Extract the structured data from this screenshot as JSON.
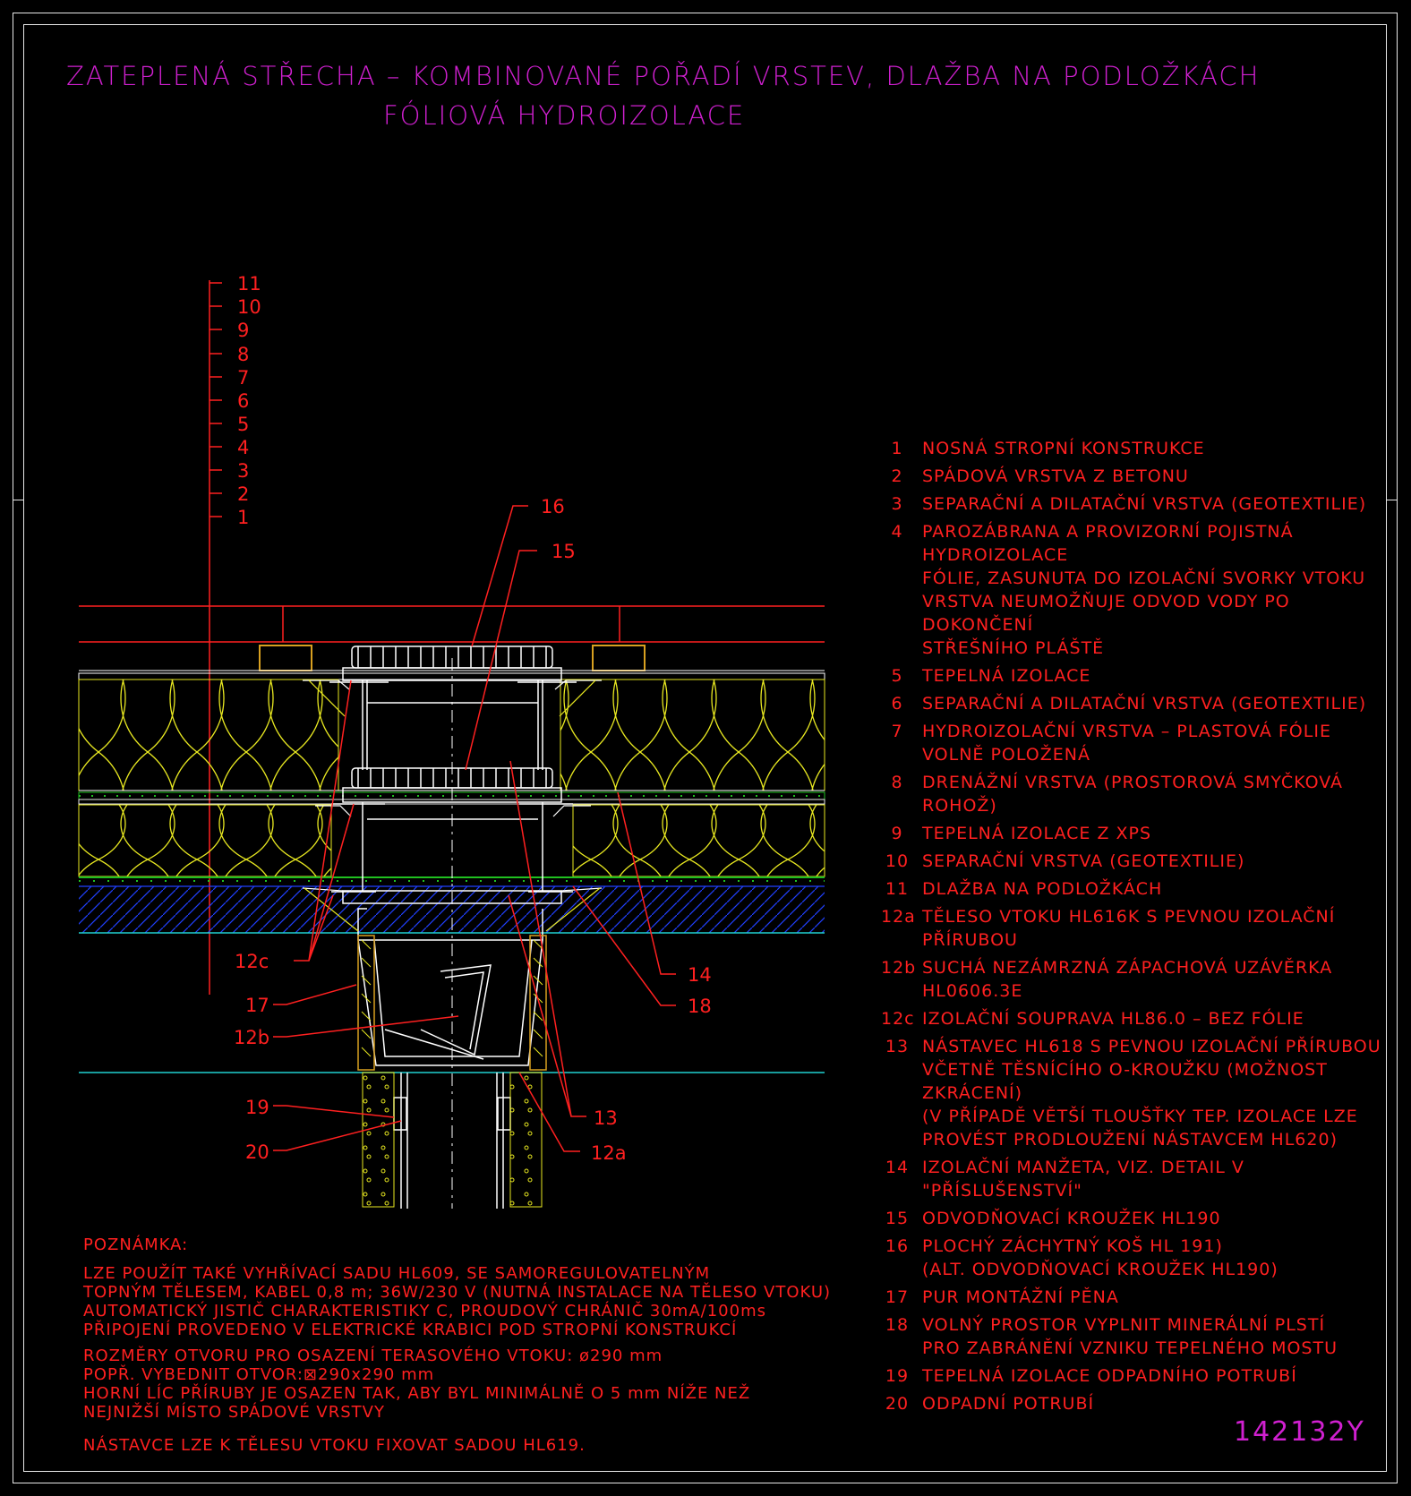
{
  "title": {
    "line1": "ZATEPLENÁ STŘECHA – KOMBINOVANÉ POŘADÍ VRSTEV, DLAŽBA NA PODLOŽKÁCH",
    "line2": "FÓLIOVÁ HYDROIZOLACE"
  },
  "layer_scale": [
    "11",
    "10",
    "9",
    "8",
    "7",
    "6",
    "5",
    "4",
    "3",
    "2",
    "1"
  ],
  "callouts": {
    "c16": "16",
    "c15": "15",
    "c12c": "12c",
    "c17": "17",
    "c12b": "12b",
    "c14": "14",
    "c18": "18",
    "c19": "19",
    "c20": "20",
    "c13": "13",
    "c12a": "12a"
  },
  "legend": [
    {
      "num": "1",
      "text": "NOSNÁ STROPNÍ KONSTRUKCE"
    },
    {
      "num": "2",
      "text": "SPÁDOVÁ VRSTVA Z BETONU"
    },
    {
      "num": "3",
      "text": "SEPARAČNÍ A DILATAČNÍ VRSTVA (GEOTEXTILIE)"
    },
    {
      "num": "4",
      "text": "PAROZÁBRANA A PROVIZORNÍ POJISTNÁ HYDROIZOLACE\nFÓLIE, ZASUNUTA DO IZOLAČNÍ SVORKY VTOKU\nVRSTVA NEUMOŽŇUJE ODVOD VODY PO DOKONČENÍ\nSTŘEŠNÍHO PLÁŠTĚ"
    },
    {
      "num": "5",
      "text": "TEPELNÁ IZOLACE"
    },
    {
      "num": "6",
      "text": "SEPARAČNÍ A DILATAČNÍ VRSTVA (GEOTEXTILIE)"
    },
    {
      "num": "7",
      "text": "HYDROIZOLAČNÍ VRSTVA – PLASTOVÁ FÓLIE\nVOLNĚ POLOŽENÁ"
    },
    {
      "num": "8",
      "text": "DRENÁŽNÍ VRSTVA (PROSTOROVÁ SMYČKOVÁ ROHOŽ)"
    },
    {
      "num": "9",
      "text": "TEPELNÁ IZOLACE Z XPS"
    },
    {
      "num": "10",
      "text": "SEPARAČNÍ VRSTVA (GEOTEXTILIE)"
    },
    {
      "num": "11",
      "text": "DLAŽBA NA PODLOŽKÁCH"
    },
    {
      "num": "12a",
      "text": "TĚLESO VTOKU HL616K S PEVNOU IZOLAČNÍ PŘÍRUBOU"
    },
    {
      "num": "12b",
      "text": "SUCHÁ NEZÁMRZNÁ ZÁPACHOVÁ UZÁVĚRKA HL0606.3E"
    },
    {
      "num": "12c",
      "text": "IZOLAČNÍ SOUPRAVA HL86.0 – BEZ FÓLIE"
    },
    {
      "num": "13",
      "text": "NÁSTAVEC HL618 S PEVNOU IZOLAČNÍ PŘÍRUBOU\nVČETNĚ TĚSNÍCÍHO O-KROUŽKU (MOŽNOST ZKRÁCENÍ)\n(V PŘÍPADĚ VĚTŠÍ TLOUŠŤKY TEP. IZOLACE LZE\nPROVÉST PRODLOUŽENÍ NÁSTAVCEM HL620)"
    },
    {
      "num": "14",
      "text": "IZOLAČNÍ MANŽETA, VIZ. DETAIL V \"PŘÍSLUŠENSTVÍ\""
    },
    {
      "num": "15",
      "text": "ODVODŇOVACÍ KROUŽEK HL190"
    },
    {
      "num": "16",
      "text": "PLOCHÝ ZÁCHYTNÝ KOŠ HL 191)\n(ALT. ODVODŇOVACÍ KROUŽEK HL190)"
    },
    {
      "num": "17",
      "text": "PUR MONTÁŽNÍ PĚNA"
    },
    {
      "num": "18",
      "text": "VOLNÝ PROSTOR VYPLNIT MINERÁLNÍ PLSTÍ\nPRO ZABRÁNĚNÍ VZNIKU TEPELNÉHO MOSTU"
    },
    {
      "num": "19",
      "text": "TEPELNÁ IZOLACE ODPADNÍHO POTRUBÍ"
    },
    {
      "num": "20",
      "text": "ODPADNÍ POTRUBÍ"
    }
  ],
  "note": {
    "heading": "POZNÁMKA:",
    "para1": "LZE POUŽÍT TAKÉ VYHŘÍVACÍ SADU HL609, SE SAMOREGULOVATELNÝM\nTOPNÝM TĚLESEM, KABEL 0,8 m; 36W/230 V (NUTNÁ INSTALACE NA TĚLESO VTOKU)\nAUTOMATICKÝ JISTIČ CHARAKTERISTIKY C, PROUDOVÝ CHRÁNIČ 30mA/100ms\nPŘIPOJENÍ PROVEDENO V ELEKTRICKÉ KRABICI POD STROPNÍ KONSTRUKCÍ",
    "para2": "ROZMĚRY OTVORU PRO OSAZENÍ TERASOVÉHO VTOKU: ø290 mm\nPOPŘ. VYBEDNIT OTVOR:⊠290x290 mm\nHORNÍ LÍC PŘÍRUBY JE OSAZEN TAK, ABY BYL MINIMÁLNĚ O 5 mm NÍŽE NEŽ\nNEJNIŽŠÍ MÍSTO SPÁDOVÉ VRSTVY",
    "para3": "NÁSTAVCE LZE K TĚLESU VTOKU FIXOVAT SADOU HL619."
  },
  "drawing_code": "142132Y",
  "colors": {
    "background": "#000000",
    "frame": "#e8e8e8",
    "title": "#d020d0",
    "text": "#ff2020",
    "insulation": "#e8e820",
    "drainage": "#20c020",
    "concrete_hatch": "#2040ff",
    "structure_line": "#20d0d0",
    "fittings": "#ffffff"
  },
  "icons": [
    "layer-scale-icon",
    "roof-drain-section-icon"
  ]
}
